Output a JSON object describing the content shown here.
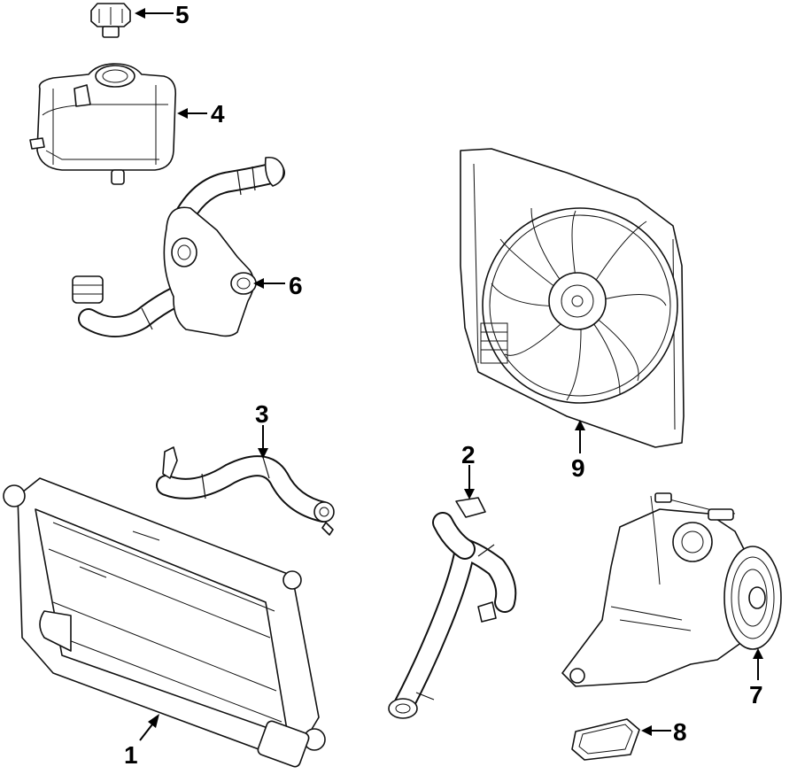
{
  "callouts": [
    {
      "id": "1",
      "label": "1",
      "part": "radiator"
    },
    {
      "id": "2",
      "label": "2",
      "part": "lower-radiator-hose"
    },
    {
      "id": "3",
      "label": "3",
      "part": "upper-radiator-hose"
    },
    {
      "id": "4",
      "label": "4",
      "part": "coolant-reservoir"
    },
    {
      "id": "5",
      "label": "5",
      "part": "reservoir-cap"
    },
    {
      "id": "6",
      "label": "6",
      "part": "thermostat-housing-hose-assembly"
    },
    {
      "id": "7",
      "label": "7",
      "part": "water-pump"
    },
    {
      "id": "8",
      "label": "8",
      "part": "water-pump-gasket"
    },
    {
      "id": "9",
      "label": "9",
      "part": "cooling-fan-assembly"
    }
  ],
  "colors": {
    "line": "#111111",
    "background": "#ffffff"
  }
}
